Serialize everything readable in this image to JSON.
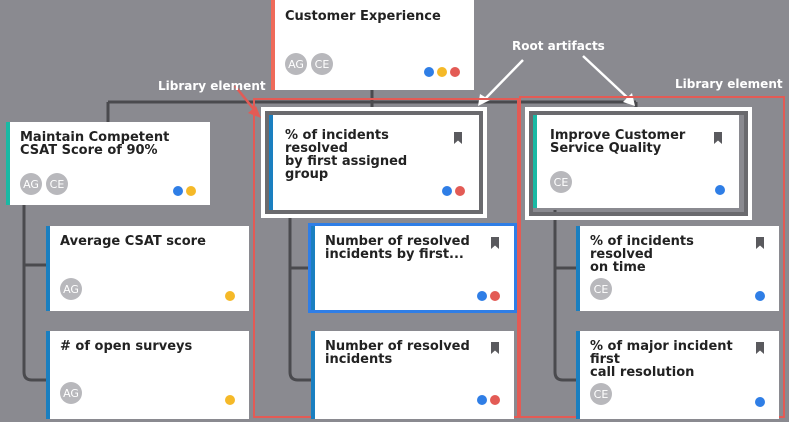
{
  "colors": {
    "blue": "#2f7ee6",
    "yellow": "#f5b928",
    "red": "#e35b55",
    "accent_blue": "#1a7fc0",
    "accent_teal": "#1ab9a4",
    "accent_red": "#ef6b5a"
  },
  "annotations": {
    "root_artifacts": "Root artifacts",
    "library_left": "Library element",
    "library_right": "Library element"
  },
  "cards": {
    "customer_experience": {
      "title": "Customer Experience",
      "avatars": [
        "AG",
        "CE"
      ],
      "dots": [
        "blue",
        "yellow",
        "red"
      ]
    },
    "maintain_csat": {
      "title": "Maintain Competent\nCSAT Score of 90%",
      "avatars": [
        "AG",
        "CE"
      ],
      "dots": [
        "blue",
        "yellow"
      ]
    },
    "avg_csat": {
      "title": "Average CSAT score",
      "avatars": [
        "AG"
      ],
      "dots": [
        "yellow"
      ]
    },
    "open_surveys": {
      "title": "# of open surveys",
      "avatars": [
        "AG"
      ],
      "dots": [
        "yellow"
      ]
    },
    "pct_resolved_first": {
      "title": "% of incidents resolved\nby first assigned group",
      "avatars": [],
      "dots": [
        "blue",
        "red"
      ],
      "bookmark_icon": "bookmark-icon"
    },
    "num_resolved_first": {
      "title": "Number of resolved\nincidents by first...",
      "avatars": [],
      "dots": [
        "blue",
        "red"
      ],
      "bookmark_icon": "bookmark-icon"
    },
    "num_resolved": {
      "title": "Number of resolved\nincidents",
      "avatars": [],
      "dots": [
        "blue",
        "red"
      ],
      "bookmark_icon": "bookmark-icon"
    },
    "improve_service": {
      "title": "Improve Customer\nService Quality",
      "avatars": [
        "CE"
      ],
      "dots": [
        "blue"
      ],
      "bookmark_icon": "bookmark-icon"
    },
    "pct_on_time": {
      "title": "% of incidents resolved\non time",
      "avatars": [
        "CE"
      ],
      "dots": [
        "blue"
      ],
      "bookmark_icon": "bookmark-icon"
    },
    "pct_major_first_call": {
      "title": "% of major incident first\ncall resolution",
      "avatars": [
        "CE"
      ],
      "dots": [
        "blue"
      ],
      "bookmark_icon": "bookmark-icon"
    }
  }
}
